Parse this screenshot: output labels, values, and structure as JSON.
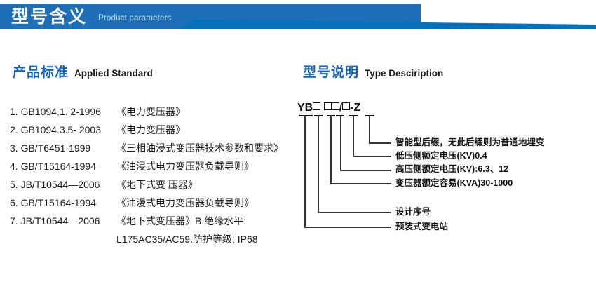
{
  "banner": {
    "title_cn": "型号含义",
    "title_en": "Product parameters",
    "color_dark": "#1d6fb8",
    "color_light": "#0571ba"
  },
  "sections": {
    "left": {
      "heading_cn": "产品标准",
      "heading_en": "Applied Standard",
      "standards": [
        {
          "index": "1.",
          "code": "GB1094.1. 2-1996",
          "name": "《电力变压器》"
        },
        {
          "index": "2.",
          "code": "GB1094.3.5- 2003",
          "name": "《电力变压器》"
        },
        {
          "index": "3.",
          "code": "GB/T6451-1999",
          "name": "《三相油浸式变压器技术参数和要求》"
        },
        {
          "index": "4.",
          "code": "GB/T15164-1994",
          "name": "《油浸式电力变压器负载导则》"
        },
        {
          "index": "5.",
          "code": "JB/T10544—2006",
          "name": "《地下式变 压器》"
        },
        {
          "index": "6.",
          "code": "GB/T15164-1994",
          "name": "《油漫式电力变压器负载导则》"
        },
        {
          "index": "7.",
          "code": "JB/T10544—2006",
          "name": "《地下式变压器》B.绝缘水平:"
        }
      ],
      "continuation": "L175AC35/AC59.防护等级: IP68"
    },
    "right": {
      "heading_cn": "型号说明",
      "heading_en": "Type Desciription",
      "code": {
        "prefix": "YB",
        "box1": "□",
        "box2": "□",
        "box3": "□",
        "slash": "/",
        "box4": "□",
        "dash": "-",
        "suffix": "Z"
      },
      "callouts": [
        {
          "text": "智能型后缀，无此后缀则为普通地埋变"
        },
        {
          "text": "低压侧额定电压(KV)0.4"
        },
        {
          "text": "高压侧额定电压(KV):6.3、12"
        },
        {
          "text": "变压器额定容易(KVA)30-1000"
        },
        {
          "text": "设计序号"
        },
        {
          "text": "预装式变电站"
        }
      ]
    }
  }
}
